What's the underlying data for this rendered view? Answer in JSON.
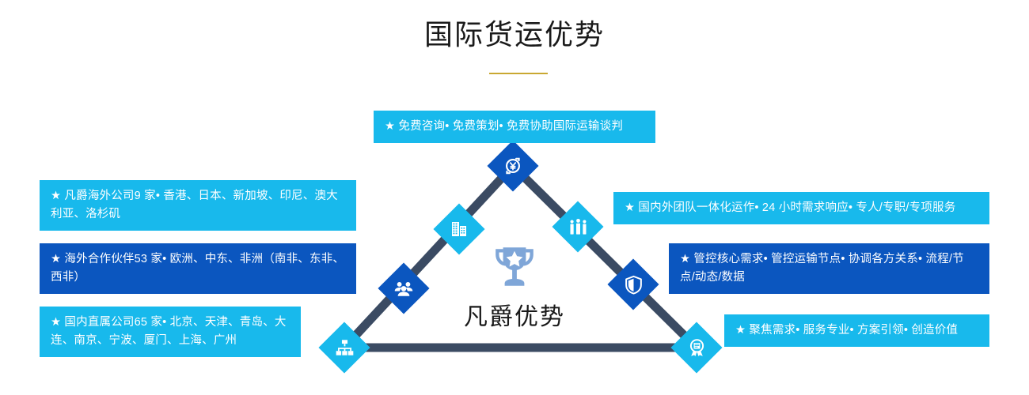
{
  "header": {
    "title": "国际货运优势",
    "rule_color": "#c9a832"
  },
  "center": {
    "label": "凡爵优势",
    "icon": "trophy-icon"
  },
  "colors": {
    "cyan": "#18b9ec",
    "blue": "#0b56bf",
    "line": "#3b4b63",
    "trophy": "#7fa6d8",
    "title_text": "#1a1a1a"
  },
  "boxes": {
    "top": {
      "text": "★ 免费咨询• 免费策划• 免费协助国际运输谈判",
      "color": "cyan"
    },
    "left": [
      {
        "text": "★ 凡爵海外公司9 家• 香港、日本、新加坡、印尼、澳大利亚、洛杉矶",
        "color": "cyan"
      },
      {
        "text": "★ 海外合作伙伴53 家• 欧洲、中东、非洲（南非、东非、西非）",
        "color": "blue"
      },
      {
        "text": "★ 国内直属公司65 家• 北京、天津、青岛、大连、南京、宁波、厦门、上海、广州",
        "color": "cyan"
      }
    ],
    "right": [
      {
        "text": "★ 国内外团队一体化运作• 24 小时需求响应• 专人/专职/专项服务",
        "color": "cyan"
      },
      {
        "text": "★ 管控核心需求• 管控运输节点• 协调各方关系• 流程/节点/动态/数据",
        "color": "blue"
      },
      {
        "text": "★ 聚焦需求• 服务专业• 方案引领• 创造价值",
        "color": "cyan"
      }
    ]
  },
  "nodes": [
    {
      "id": "node-top",
      "icon": "yuan-currency-icon",
      "color": "blue"
    },
    {
      "id": "node-left-upper",
      "icon": "building-icon",
      "color": "cyan"
    },
    {
      "id": "node-left-lower",
      "icon": "people-group-icon",
      "color": "blue"
    },
    {
      "id": "node-bottom-left",
      "icon": "org-chart-icon",
      "color": "cyan"
    },
    {
      "id": "node-right-upper",
      "icon": "team-icon",
      "color": "cyan"
    },
    {
      "id": "node-right-lower",
      "icon": "shield-icon",
      "color": "blue"
    },
    {
      "id": "node-bottom-right",
      "icon": "certificate-icon",
      "color": "cyan"
    }
  ]
}
